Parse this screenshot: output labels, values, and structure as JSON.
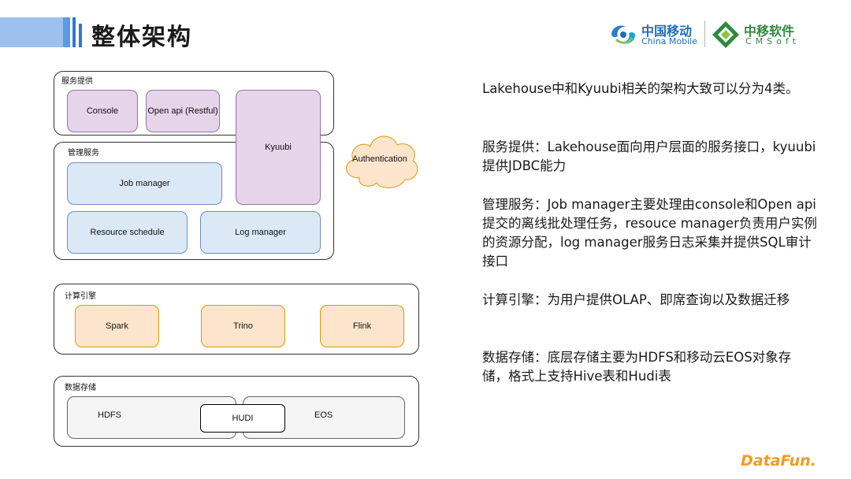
{
  "header": {
    "title": "整体架构",
    "logo_cm_cn": "中国移动",
    "logo_cm_en": "China Mobile",
    "logo_cms_cn": "中移软件",
    "logo_cms_en": "CMSoft",
    "accent_color": "#3b82d6"
  },
  "diagram": {
    "service": {
      "label": "服务提供",
      "console": "Console",
      "openapi": "Open api (Restful)",
      "kyuubi": "Kyuubi"
    },
    "management": {
      "label": "管理服务",
      "job": "Job manager",
      "resource": "Resource schedule",
      "log": "Log manager"
    },
    "auth": "Authentication",
    "compute": {
      "label": "计算引擎",
      "spark": "Spark",
      "trino": "Trino",
      "flink": "Flink"
    },
    "storage": {
      "label": "数据存储",
      "hdfs": "HDFS",
      "hudi": "HUDI",
      "eos": "EOS"
    }
  },
  "text": {
    "p1": "Lakehouse中和Kyuubi相关的架构大致可以分为4类。",
    "p2": "服务提供：Lakehouse面向用户层面的服务接口，kyuubi提供JDBC能力",
    "p3": "管理服务：Job manager主要处理由console和Open api提交的离线批处理任务，resouce manager负责用户实例的资源分配，log manager服务日志采集并提供SQL审计接口",
    "p4": "计算引擎：为用户提供OLAP、即席查询以及数据迁移",
    "p5": "数据存储：底层存储主要为HDFS和移动云EOS对象存储，格式上支持Hive表和Hudi表"
  },
  "footer": {
    "brand": "DataFun."
  }
}
